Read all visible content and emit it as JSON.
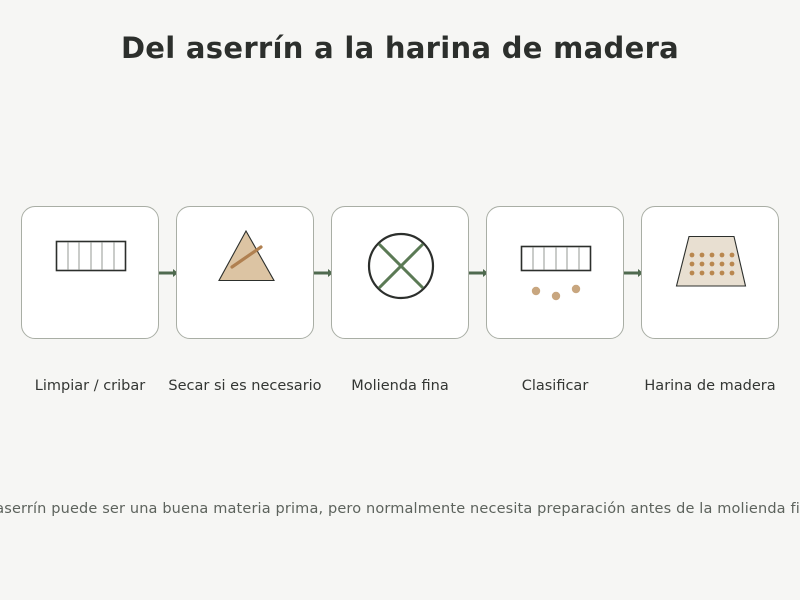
{
  "title": "Del aserrín a la harina de madera",
  "steps": [
    {
      "label": "Limpiar / cribar",
      "icon": "sieve-icon"
    },
    {
      "label": "Secar si es necesario",
      "icon": "drying-pile-icon"
    },
    {
      "label": "Molienda fina",
      "icon": "mill-icon"
    },
    {
      "label": "Clasificar",
      "icon": "classifier-screen-icon"
    },
    {
      "label": "Harina de madera",
      "icon": "wood-flour-pile-icon"
    }
  ],
  "footnote": "El aserrín puede ser una buena materia prima, pero normalmente necesita preparación antes de la molienda fina.",
  "colors": {
    "background": "#f6f6f4",
    "card_border": "#a9aea5",
    "arrow": "#4f6a4f",
    "mill_cross": "#5b7a55",
    "wood_fill": "#dcc4a3",
    "wood_dark": "#b08050",
    "flour_fill": "#e8dfd1",
    "ink": "#2c2f2c"
  }
}
